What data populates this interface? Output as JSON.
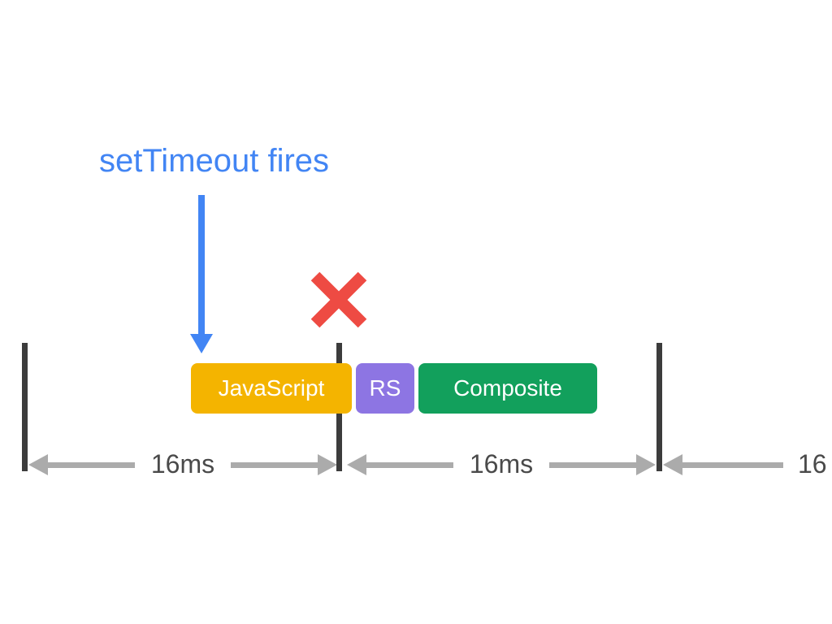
{
  "annotation": {
    "text": "setTimeout fires",
    "color": "#4285F4"
  },
  "icons": {
    "down_arrow": {
      "name": "down-arrow-icon",
      "color": "#4285F4"
    },
    "x_mark": {
      "name": "x-mark-icon",
      "color": "#EE4B43"
    }
  },
  "timeline": {
    "tick_color": "#3C3C3C",
    "blocks": [
      {
        "label": "JavaScript",
        "color": "#F4B400"
      },
      {
        "label": "RS",
        "color": "#8D75E3"
      },
      {
        "label": "Composite",
        "color": "#12A05C"
      }
    ],
    "intervals": [
      {
        "label": "16ms"
      },
      {
        "label": "16ms"
      },
      {
        "label": "16"
      }
    ],
    "interval_arrow_color": "#ABABAB",
    "interval_label_color": "#4A4A4A"
  }
}
